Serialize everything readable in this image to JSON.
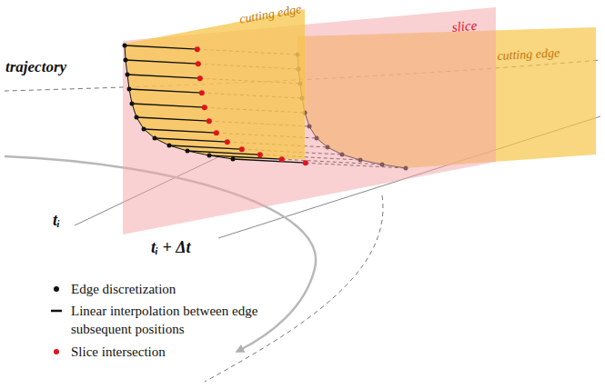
{
  "diagram": {
    "labels": [
      "cutting edge",
      "slice",
      "cutting edge",
      "trajectory",
      "tᵢ",
      "tᵢ + Δt"
    ],
    "legend": [
      {
        "text": "Edge discretization"
      },
      {
        "text": "Linear interpolation between edge subsequent positions"
      },
      {
        "text": "Slice intersection"
      }
    ]
  }
}
